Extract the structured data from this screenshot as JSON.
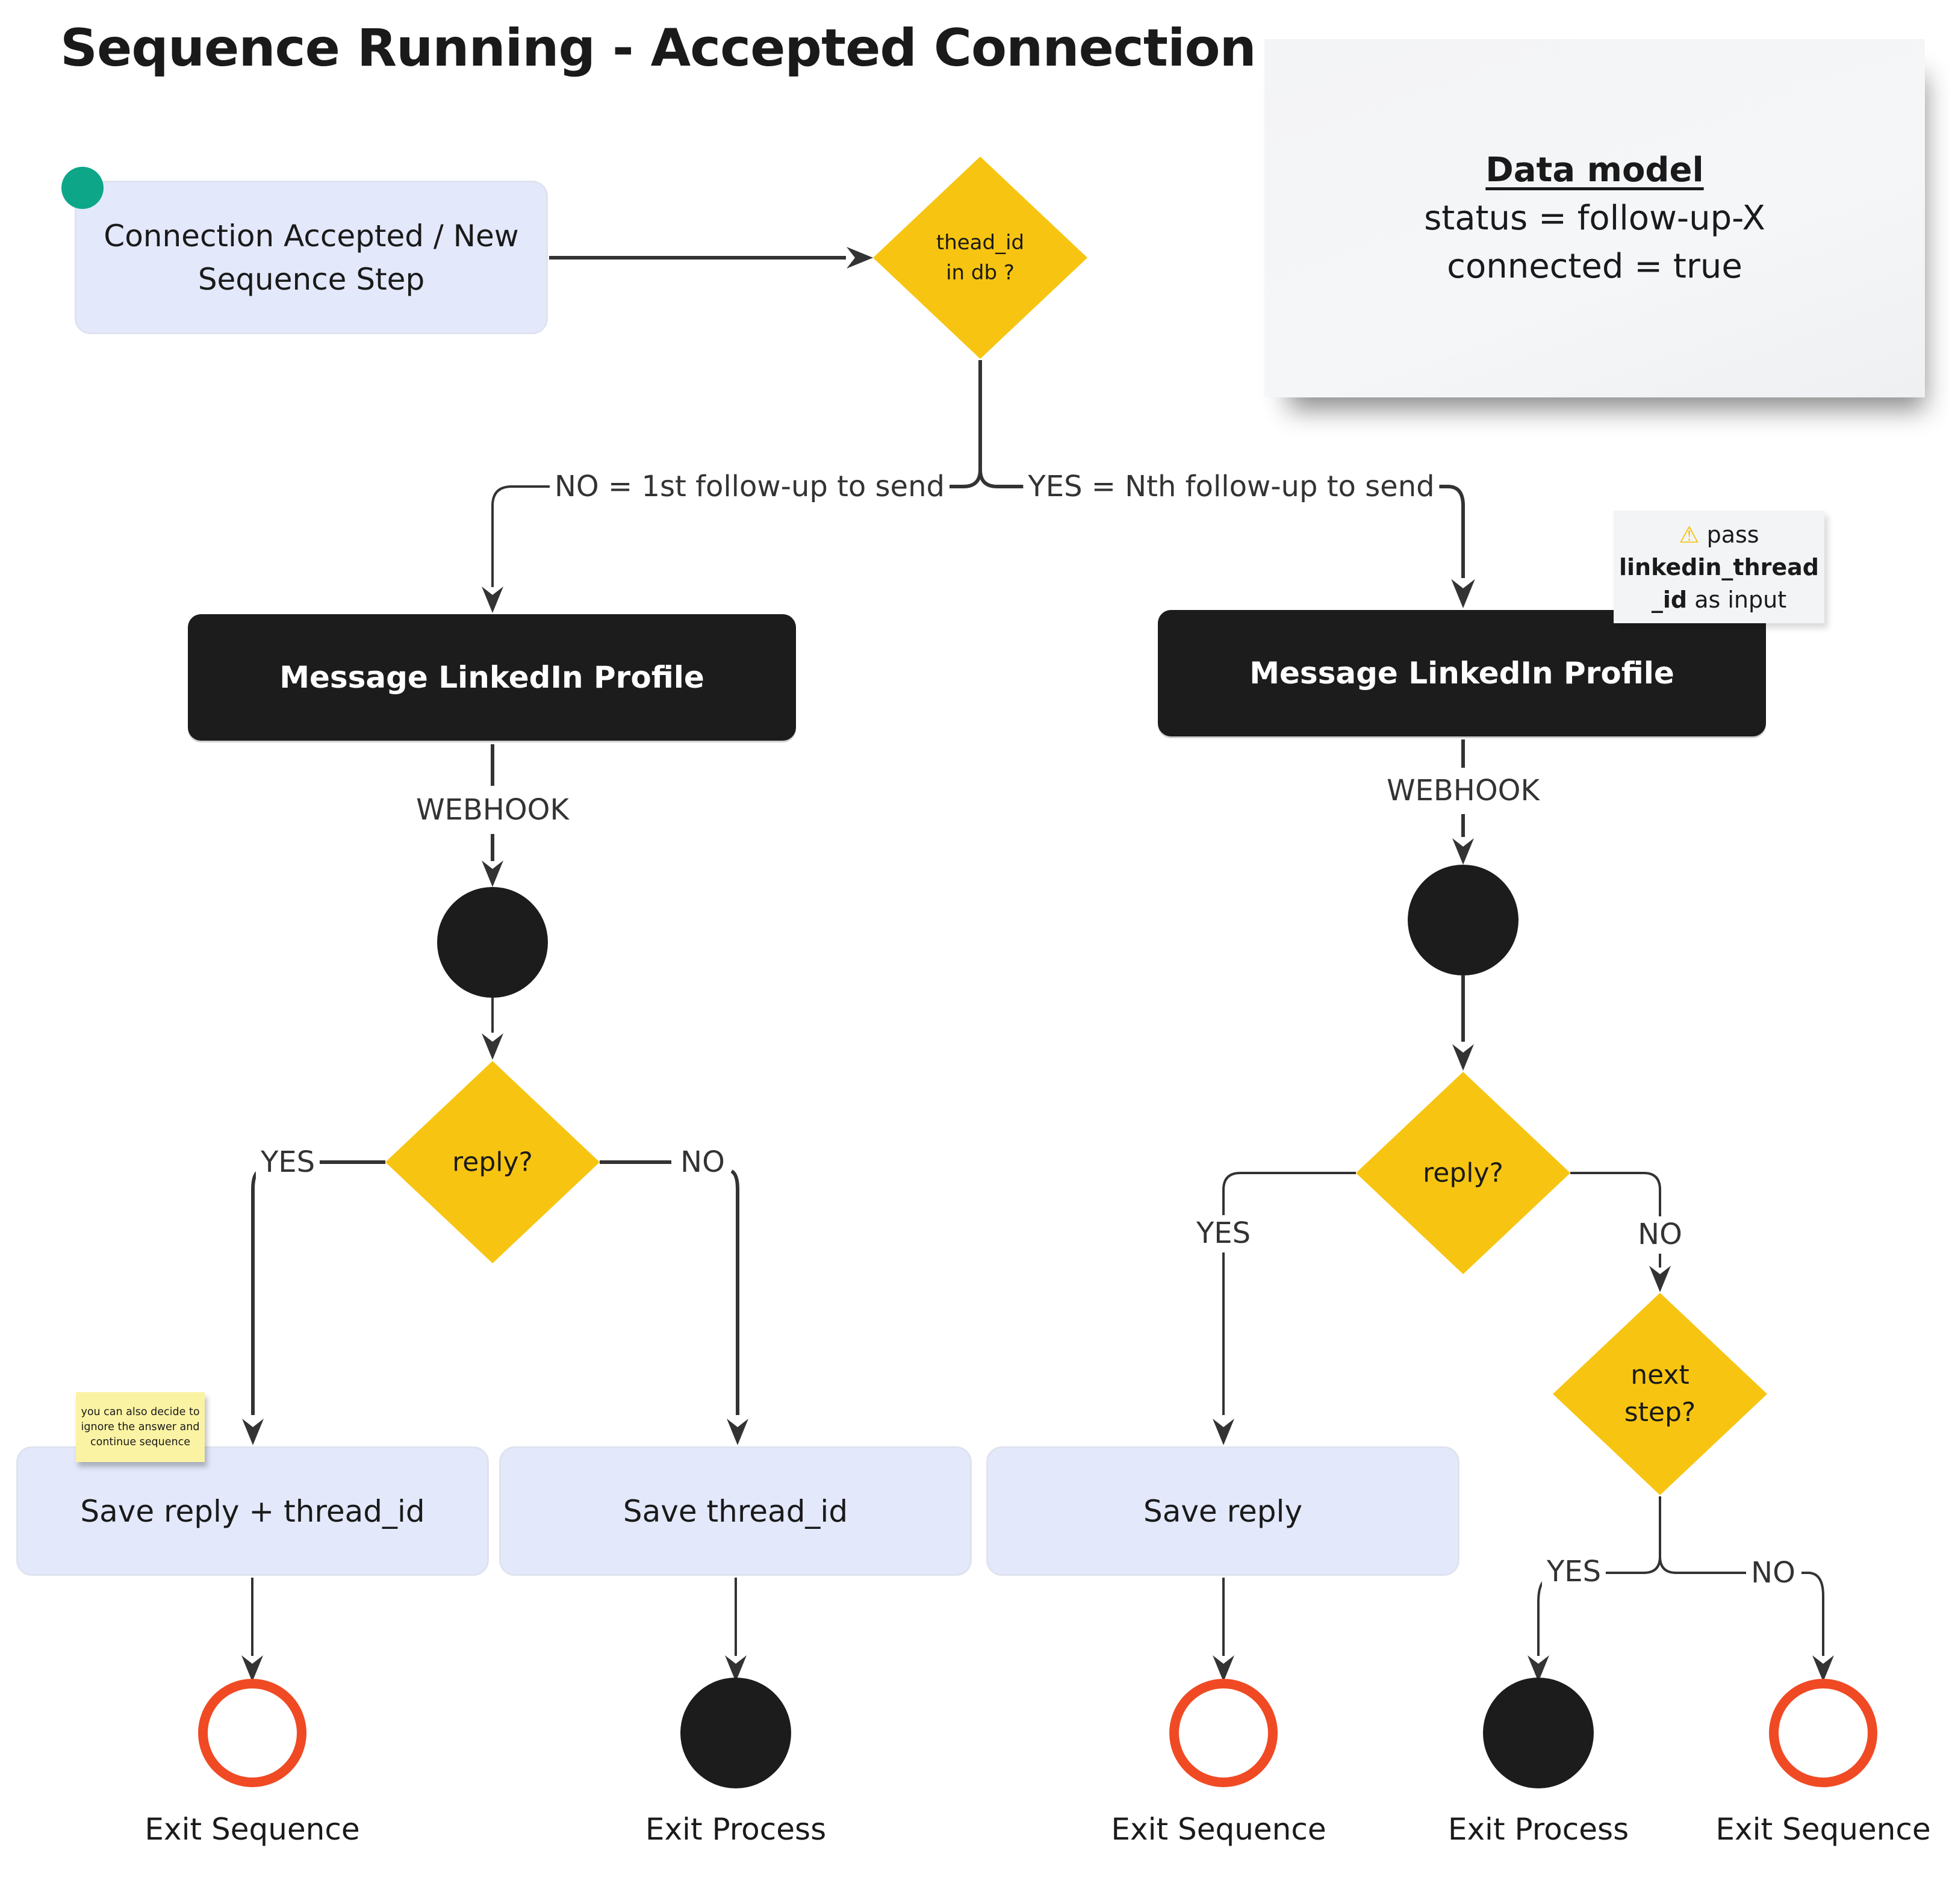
{
  "title": "Sequence Running - Accepted Connection",
  "colors": {
    "decision": "#f7c511",
    "action_box": "#e3e8fb",
    "message_box": "#1c1c1c",
    "start_dot": "#0ea689",
    "exit_sequence_ring": "#f04a24",
    "exit_process_fill": "#1c1c1c",
    "connector": "#333333",
    "sticky_note": "#fbf3a4"
  },
  "start": {
    "line1": "Connection Accepted / New",
    "line2": "Sequence Step"
  },
  "decision_thread": {
    "line1": "thead_id",
    "line2": "in db ?"
  },
  "data_model": {
    "heading": "Data model",
    "line1": "status = follow-up-X",
    "line2": "connected = true"
  },
  "branch_labels": {
    "no": "NO = 1st follow-up to send",
    "yes": "YES = Nth follow-up to send"
  },
  "note": {
    "icon": "warning-icon",
    "icon_glyph": "⚠",
    "word1": "pass",
    "bold_part1": "linkedin_thread",
    "bold_part2": "_id",
    "rest": "as input"
  },
  "left_branch": {
    "message_box": "Message LinkedIn Profile",
    "webhook": "WEBHOOK",
    "decision": "reply?",
    "yes": "YES",
    "no": "NO",
    "boxes": [
      "Save reply + thread_id",
      "Save thread_id"
    ],
    "exits": [
      "Exit Sequence",
      "Exit Process"
    ]
  },
  "right_branch": {
    "message_box": "Message LinkedIn Profile",
    "webhook": "WEBHOOK",
    "decision": "reply?",
    "yes": "YES",
    "no": "NO",
    "box": "Save reply",
    "next_decision": {
      "line1": "next",
      "line2": "step?"
    },
    "next_yes": "YES",
    "next_no": "NO",
    "exits": [
      "Exit Sequence",
      "Exit Process",
      "Exit Sequence"
    ]
  },
  "sticky": {
    "text": "you can also decide to ignore the answer and continue sequence"
  }
}
